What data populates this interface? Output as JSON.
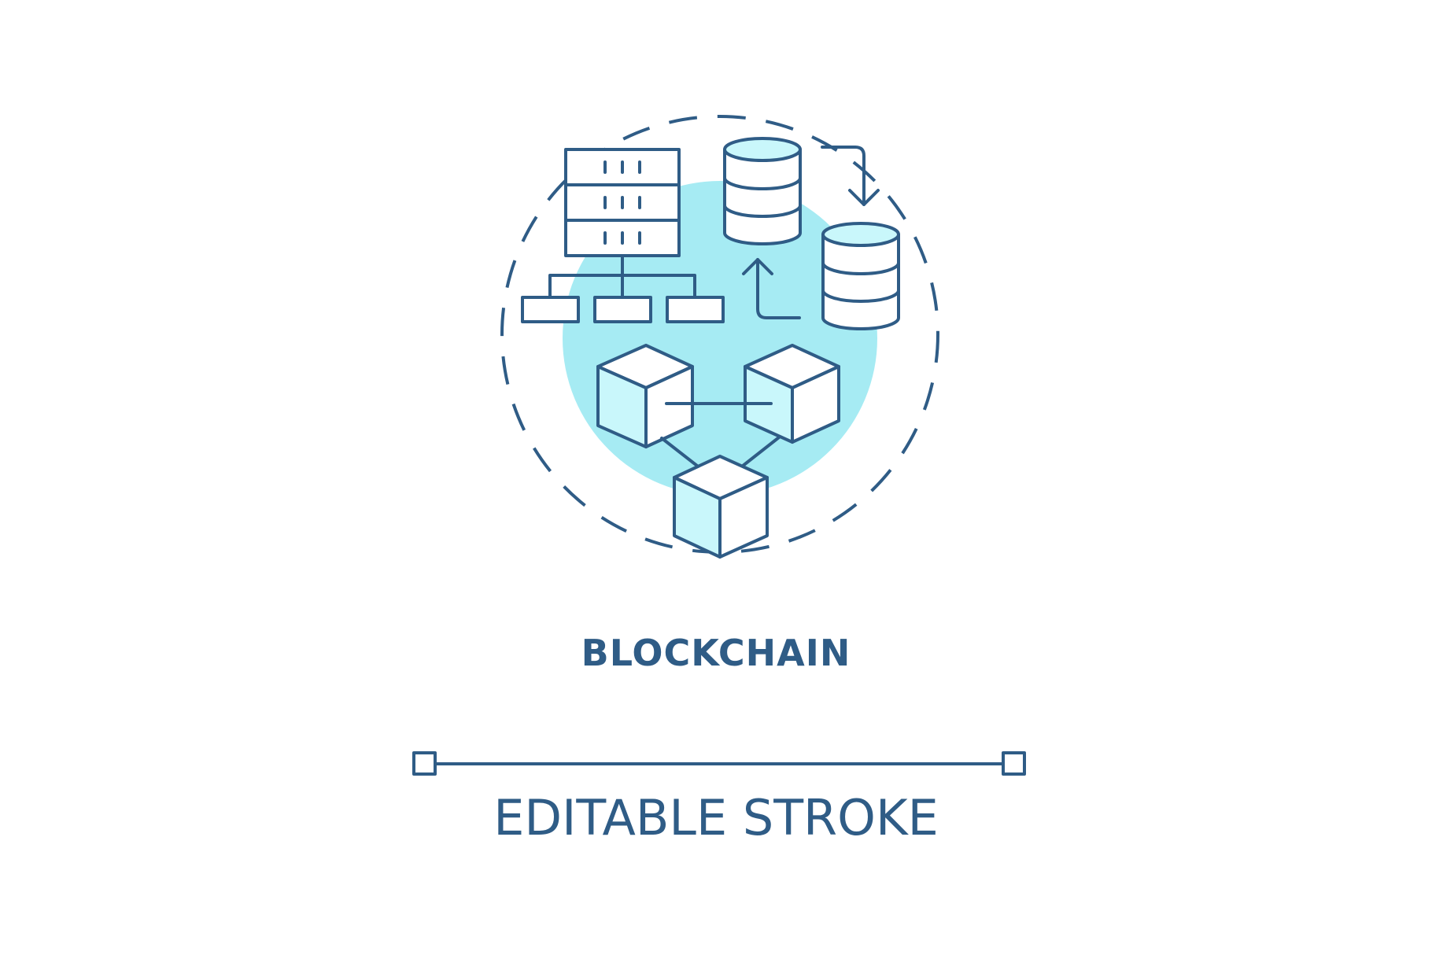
{
  "title": "BLOCKCHAIN",
  "caption": "EDITABLE STROKE",
  "colors": {
    "stroke": "#2f5c86",
    "fill_light": "#c9f7fb",
    "fill_circle": "#a6ebf3",
    "background": "#ffffff"
  },
  "icons": [
    "server-rack-icon",
    "network-hierarchy-icon",
    "database-icon",
    "sync-arrows-icon",
    "block-cube-icon",
    "dashed-circle",
    "editable-stroke-line-icon"
  ]
}
